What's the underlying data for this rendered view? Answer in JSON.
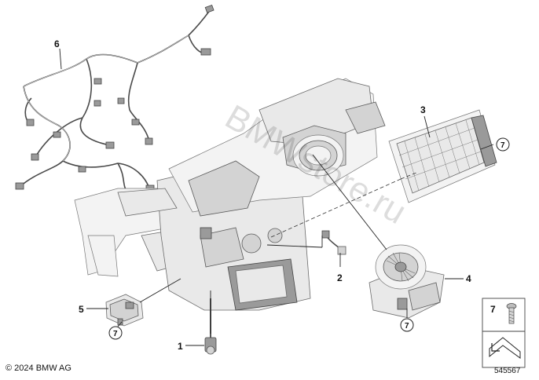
{
  "watermark": "BMWstore.ru",
  "callouts": [
    {
      "id": "1",
      "label": "1"
    },
    {
      "id": "2",
      "label": "2"
    },
    {
      "id": "3",
      "label": "3"
    },
    {
      "id": "4",
      "label": "4"
    },
    {
      "id": "5",
      "label": "5"
    },
    {
      "id": "6",
      "label": "6"
    }
  ],
  "circled_ref": "7",
  "legend": {
    "number": "7"
  },
  "footer": {
    "copyright": "© 2024 BMW AG",
    "diagram_number": "545567"
  }
}
